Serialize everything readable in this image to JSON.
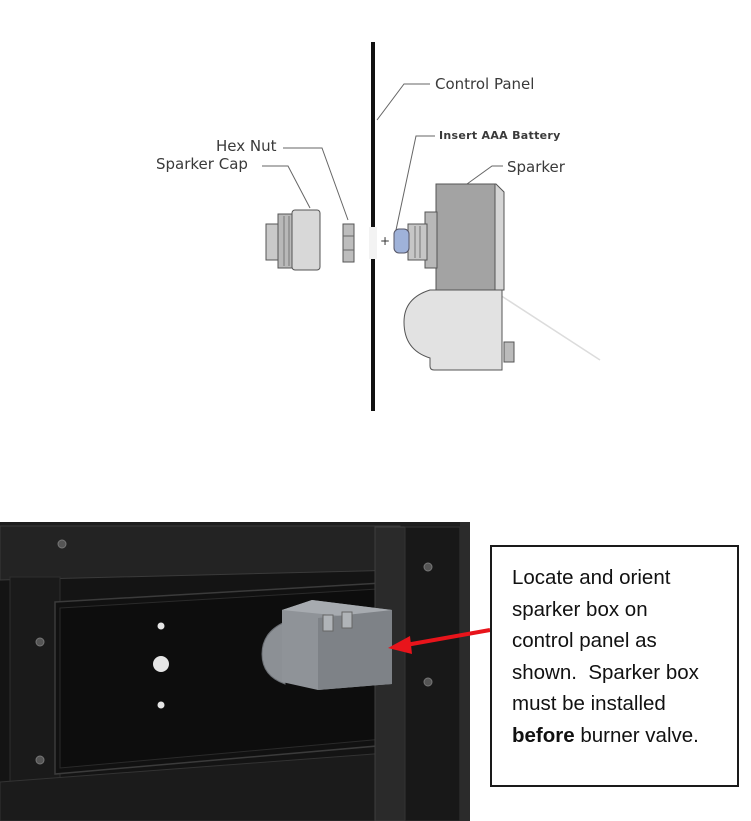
{
  "diagram": {
    "labels": {
      "control_panel": "Control Panel",
      "hex_nut": "Hex Nut",
      "sparker_cap": "Sparker Cap",
      "insert_battery": "Insert AAA Battery",
      "sparker": "Sparker"
    }
  },
  "note": {
    "line1": "Locate and orient",
    "line2": "sparker box on",
    "line3": "control panel as",
    "line4": "shown.  Sparker box",
    "line5": "must be installed",
    "bold_word": "before",
    "line6_rest": " burner valve."
  },
  "colors": {
    "panel_dark": "#1c1c1c",
    "arrow_red": "#e8141b",
    "sparker_gray": "#9a9ea3"
  },
  "icons": [
    "red-arrow-icon"
  ]
}
